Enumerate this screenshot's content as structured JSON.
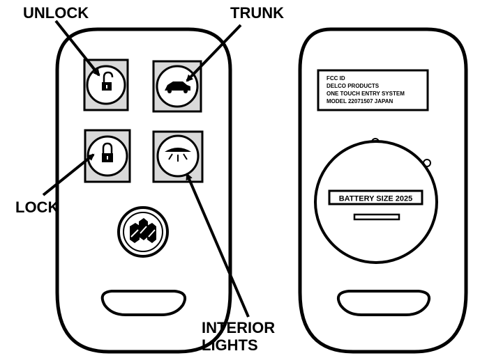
{
  "callouts": {
    "unlock": "UNLOCK",
    "trunk": "TRUNK",
    "lock": "LOCK",
    "interior_line1": "INTERIOR",
    "interior_line2": "LIGHTS"
  },
  "back_label": {
    "line1": "FCC ID",
    "line2": "DELCO PRODUCTS",
    "line3": "ONE TOUCH ENTRY SYSTEM",
    "line4": "MODEL 22071507 JAPAN"
  },
  "battery_label": "BATTERY SIZE 2025",
  "icons": {
    "unlock": "unlocked-padlock-icon",
    "trunk": "car-trunk-icon",
    "lock": "locked-padlock-icon",
    "interior": "interior-light-icon",
    "logo": "buick-tri-shield-icon"
  },
  "colors": {
    "ink": "#000000",
    "paper": "#ffffff",
    "button_fill": "#d9d9d9"
  }
}
